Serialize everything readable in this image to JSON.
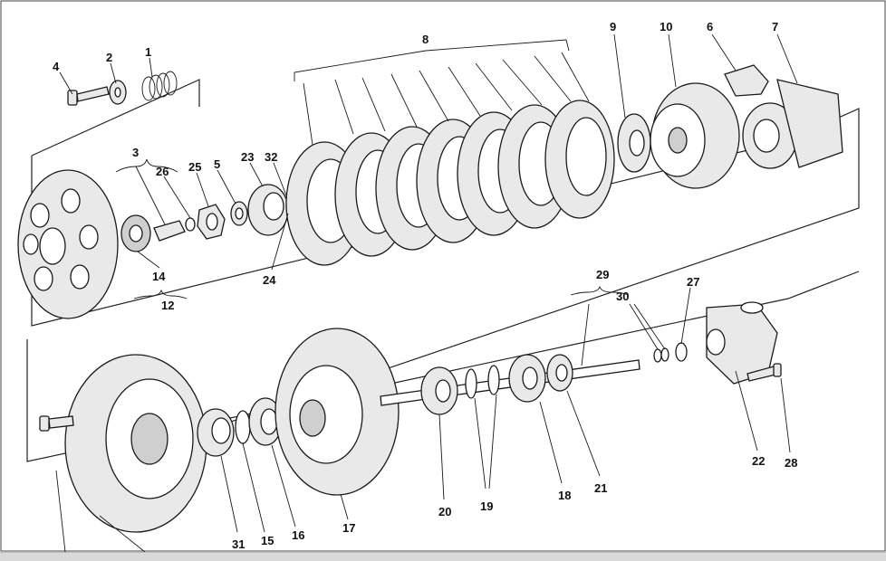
{
  "callouts": {
    "c1": "1",
    "c2": "2",
    "c3": "3",
    "c4": "4",
    "c5": "5",
    "c6": "6",
    "c7": "7",
    "c8": "8",
    "c9": "9",
    "c10": "10",
    "c12": "12",
    "c14": "14",
    "c15": "15",
    "c16": "16",
    "c17": "17",
    "c18": "18",
    "c19": "19",
    "c20": "20",
    "c21": "21",
    "c22": "22",
    "c23": "23",
    "c24": "24",
    "c25": "25",
    "c26": "26",
    "c27": "27",
    "c28": "28",
    "c29": "29",
    "c30": "30",
    "c31": "31",
    "c32": "32"
  }
}
